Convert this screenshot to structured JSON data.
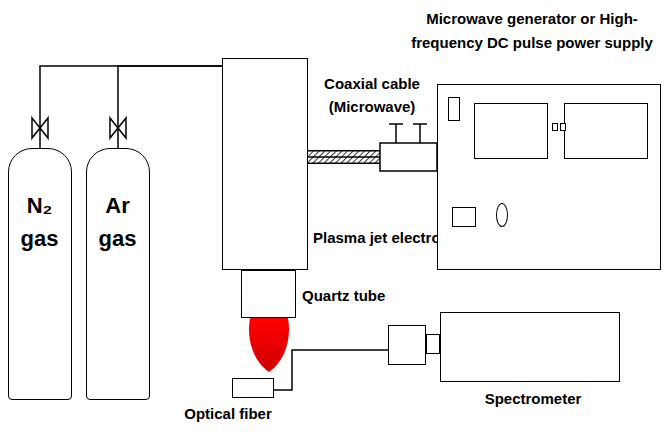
{
  "diagram": {
    "nodes": [
      {
        "text": [
          "N₂ gas"
        ]
      },
      {
        "text": [
          "Ar gas"
        ]
      },
      {
        "text": [
          "Plasma jet electrode"
        ]
      },
      {
        "text": [
          "Microwave generator or High-frequency DC pulse power supply"
        ]
      },
      {
        "text": [
          "Quartz tube"
        ]
      },
      {
        "text": [
          "Optical fiber"
        ]
      },
      {
        "text": [
          "Spectrometer"
        ]
      }
    ],
    "edges": [
      {
        "from": 0,
        "to": 2,
        "arrow": "none"
      },
      {
        "from": 1,
        "to": 2,
        "arrow": "none"
      },
      {
        "from": 2,
        "to": 3,
        "label": "Coaxial cable (Microwave)",
        "arrow": "none"
      },
      {
        "from": 5,
        "to": 6,
        "arrow": "none"
      }
    ]
  }
}
